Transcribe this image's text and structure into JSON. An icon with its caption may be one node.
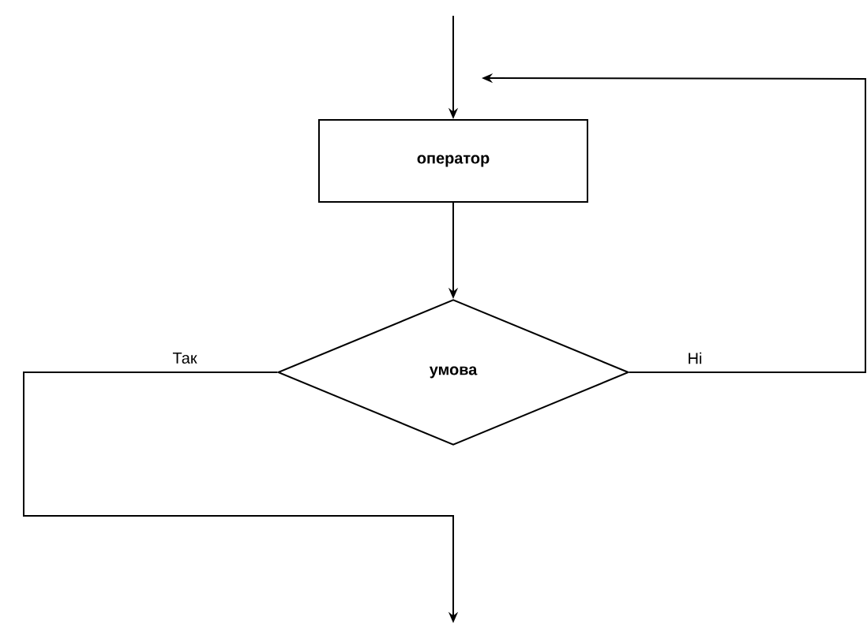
{
  "diagram": {
    "nodes": [
      {
        "text": [
          "оператор"
        ]
      },
      {
        "text": [
          "умова"
        ]
      }
    ],
    "edges": [
      {
        "from": null,
        "to": 0,
        "arrow": "to"
      },
      {
        "from": 0,
        "to": 1,
        "arrow": "to"
      },
      {
        "from": 1,
        "to": 0,
        "arrow": "to",
        "label": "Ні"
      },
      {
        "from": 1,
        "to": null,
        "arrow": "to",
        "label": "Так"
      }
    ]
  }
}
